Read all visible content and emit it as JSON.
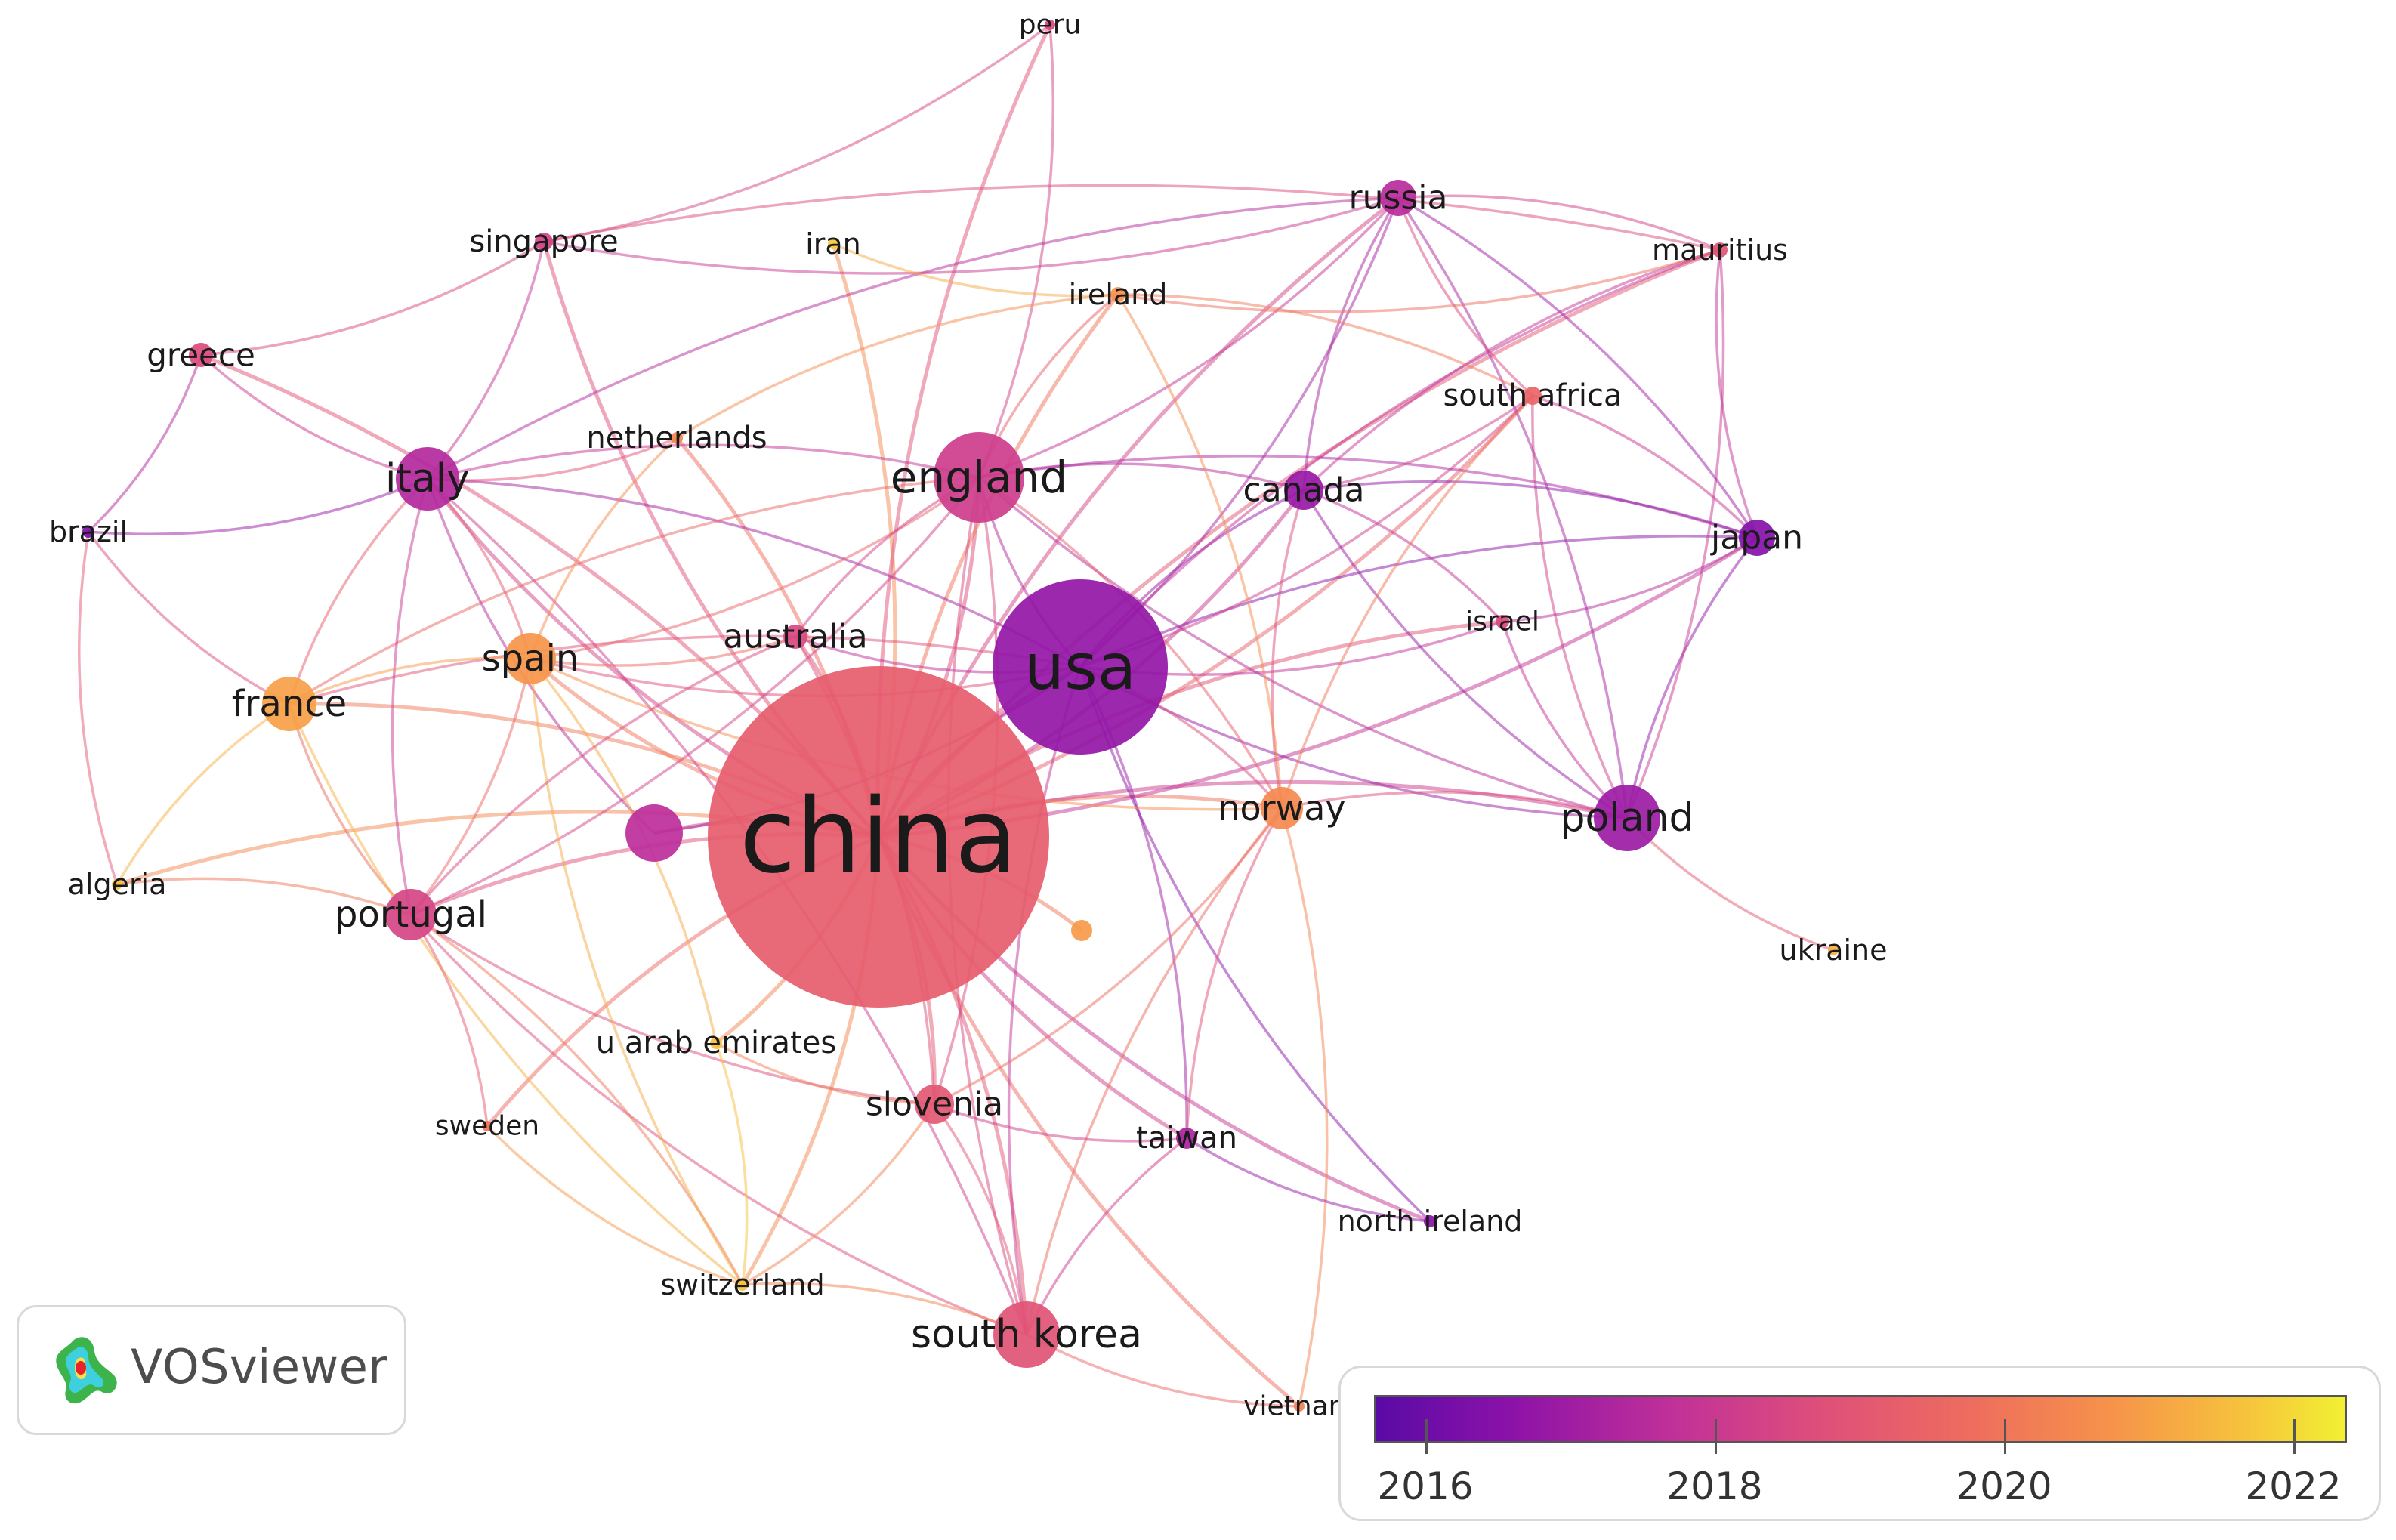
{
  "app": {
    "brand": "VOSviewer"
  },
  "legend": {
    "ticks": [
      "2016",
      "2018",
      "2020",
      "2022"
    ],
    "min_year": 2015.6,
    "max_year": 2022.4
  },
  "nodes": [
    {
      "id": "china",
      "label": "china",
      "year": 2019.2
    },
    {
      "id": "usa",
      "label": "usa",
      "year": 2016.7
    },
    {
      "id": "england",
      "label": "england",
      "year": 2018.1
    },
    {
      "id": "italy",
      "label": "italy",
      "year": 2017.4
    },
    {
      "id": "poland",
      "label": "poland",
      "year": 2016.9
    },
    {
      "id": "south-korea",
      "label": "south korea",
      "year": 2018.9
    },
    {
      "id": "france",
      "label": "france",
      "year": 2021.0
    },
    {
      "id": "spain",
      "label": "spain",
      "year": 2020.8
    },
    {
      "id": "portugal",
      "label": "portugal",
      "year": 2018.4
    },
    {
      "id": "norway",
      "label": "norway",
      "year": 2020.5
    },
    {
      "id": "canada",
      "label": "canada",
      "year": 2016.8
    },
    {
      "id": "russia",
      "label": "russia",
      "year": 2017.5
    },
    {
      "id": "japan",
      "label": "japan",
      "year": 2016.4
    },
    {
      "id": "australia",
      "label": "australia",
      "year": 2018.5
    },
    {
      "id": "slovenia",
      "label": "slovenia",
      "year": 2019.0
    },
    {
      "id": "taiwan",
      "label": "taiwan",
      "year": 2017.2
    },
    {
      "id": "greece",
      "label": "greece",
      "year": 2018.6
    },
    {
      "id": "singapore",
      "label": "singapore",
      "year": 2018.3
    },
    {
      "id": "brazil",
      "label": "brazil",
      "year": 2016.3
    },
    {
      "id": "iran",
      "label": "iran",
      "year": 2021.8
    },
    {
      "id": "ireland",
      "label": "ireland",
      "year": 2020.7
    },
    {
      "id": "netherlands",
      "label": "netherlands",
      "year": 2020.4
    },
    {
      "id": "mauritius",
      "label": "mauritius",
      "year": 2018.9
    },
    {
      "id": "south-africa",
      "label": "south africa",
      "year": 2019.5
    },
    {
      "id": "israel",
      "label": "israel",
      "year": 2018.6
    },
    {
      "id": "algeria",
      "label": "algeria",
      "year": 2021.7
    },
    {
      "id": "ukraine",
      "label": "ukraine",
      "year": 2021.3
    },
    {
      "id": "u-arab-emirates",
      "label": "u arab emirates",
      "year": 2021.6
    },
    {
      "id": "sweden",
      "label": "sweden",
      "year": 2020.0
    },
    {
      "id": "switzerland",
      "label": "switzerland",
      "year": 2021.7
    },
    {
      "id": "north-ireland",
      "label": "north ireland",
      "year": 2016.5
    },
    {
      "id": "vietnam",
      "label": "vietnam",
      "year": 2020.3
    },
    {
      "id": "peru",
      "label": "peru",
      "year": 2018.5
    },
    {
      "id": "unlabeled-magenta",
      "label": "",
      "year": 2017.6
    },
    {
      "id": "unlabeled-orange",
      "label": "",
      "year": 2020.9
    }
  ],
  "links": [
    [
      "china",
      "usa"
    ],
    [
      "china",
      "england"
    ],
    [
      "china",
      "italy"
    ],
    [
      "china",
      "france"
    ],
    [
      "china",
      "spain"
    ],
    [
      "china",
      "portugal"
    ],
    [
      "china",
      "norway"
    ],
    [
      "china",
      "canada"
    ],
    [
      "china",
      "russia"
    ],
    [
      "china",
      "japan"
    ],
    [
      "china",
      "poland"
    ],
    [
      "china",
      "australia"
    ],
    [
      "china",
      "slovenia"
    ],
    [
      "china",
      "taiwan"
    ],
    [
      "china",
      "south-korea"
    ],
    [
      "china",
      "greece"
    ],
    [
      "china",
      "singapore"
    ],
    [
      "china",
      "iran"
    ],
    [
      "china",
      "ireland"
    ],
    [
      "china",
      "netherlands"
    ],
    [
      "china",
      "mauritius"
    ],
    [
      "china",
      "south-africa"
    ],
    [
      "china",
      "israel"
    ],
    [
      "china",
      "algeria"
    ],
    [
      "china",
      "u-arab-emirates"
    ],
    [
      "china",
      "sweden"
    ],
    [
      "china",
      "switzerland"
    ],
    [
      "china",
      "vietnam"
    ],
    [
      "china",
      "peru"
    ],
    [
      "china",
      "unlabeled-magenta"
    ],
    [
      "china",
      "unlabeled-orange"
    ],
    [
      "china",
      "north-ireland"
    ],
    [
      "usa",
      "england"
    ],
    [
      "usa",
      "italy"
    ],
    [
      "usa",
      "canada"
    ],
    [
      "usa",
      "russia"
    ],
    [
      "usa",
      "japan"
    ],
    [
      "usa",
      "poland"
    ],
    [
      "usa",
      "australia"
    ],
    [
      "usa",
      "south-korea"
    ],
    [
      "usa",
      "taiwan"
    ],
    [
      "usa",
      "israel"
    ],
    [
      "usa",
      "norway"
    ],
    [
      "usa",
      "north-ireland"
    ],
    [
      "usa",
      "mauritius"
    ],
    [
      "usa",
      "south-africa"
    ],
    [
      "usa",
      "spain"
    ],
    [
      "usa",
      "france"
    ],
    [
      "usa",
      "unlabeled-magenta"
    ],
    [
      "england",
      "italy"
    ],
    [
      "england",
      "canada"
    ],
    [
      "england",
      "russia"
    ],
    [
      "england",
      "japan"
    ],
    [
      "england",
      "poland"
    ],
    [
      "england",
      "spain"
    ],
    [
      "england",
      "france"
    ],
    [
      "england",
      "portugal"
    ],
    [
      "england",
      "peru"
    ],
    [
      "england",
      "ireland"
    ],
    [
      "england",
      "south-korea"
    ],
    [
      "england",
      "slovenia"
    ],
    [
      "england",
      "australia"
    ],
    [
      "england",
      "norway"
    ],
    [
      "italy",
      "france"
    ],
    [
      "italy",
      "spain"
    ],
    [
      "italy",
      "portugal"
    ],
    [
      "italy",
      "greece"
    ],
    [
      "italy",
      "singapore"
    ],
    [
      "italy",
      "brazil"
    ],
    [
      "italy",
      "netherlands"
    ],
    [
      "italy",
      "russia"
    ],
    [
      "italy",
      "unlabeled-magenta"
    ],
    [
      "italy",
      "south-korea"
    ],
    [
      "france",
      "algeria"
    ],
    [
      "france",
      "spain"
    ],
    [
      "france",
      "portugal"
    ],
    [
      "france",
      "brazil"
    ],
    [
      "france",
      "switzerland"
    ],
    [
      "poland",
      "japan"
    ],
    [
      "poland",
      "russia"
    ],
    [
      "poland",
      "canada"
    ],
    [
      "poland",
      "ukraine"
    ],
    [
      "poland",
      "israel"
    ],
    [
      "poland",
      "mauritius"
    ],
    [
      "poland",
      "south-africa"
    ],
    [
      "poland",
      "norway"
    ],
    [
      "russia",
      "japan"
    ],
    [
      "russia",
      "canada"
    ],
    [
      "russia",
      "mauritius"
    ],
    [
      "russia",
      "south-africa"
    ],
    [
      "russia",
      "singapore"
    ],
    [
      "japan",
      "canada"
    ],
    [
      "japan",
      "mauritius"
    ],
    [
      "japan",
      "south-africa"
    ],
    [
      "japan",
      "israel"
    ],
    [
      "canada",
      "south-africa"
    ],
    [
      "canada",
      "israel"
    ],
    [
      "canada",
      "norway"
    ],
    [
      "canada",
      "mauritius"
    ],
    [
      "south-korea",
      "slovenia"
    ],
    [
      "south-korea",
      "taiwan"
    ],
    [
      "south-korea",
      "vietnam"
    ],
    [
      "south-korea",
      "portugal"
    ],
    [
      "south-korea",
      "switzerland"
    ],
    [
      "south-korea",
      "norway"
    ],
    [
      "portugal",
      "algeria"
    ],
    [
      "portugal",
      "sweden"
    ],
    [
      "portugal",
      "spain"
    ],
    [
      "portugal",
      "switzerland"
    ],
    [
      "portugal",
      "slovenia"
    ],
    [
      "spain",
      "netherlands"
    ],
    [
      "spain",
      "switzerland"
    ],
    [
      "spain",
      "u-arab-emirates"
    ],
    [
      "spain",
      "norway"
    ],
    [
      "greece",
      "brazil"
    ],
    [
      "greece",
      "singapore"
    ],
    [
      "norway",
      "south-africa"
    ],
    [
      "norway",
      "ireland"
    ],
    [
      "norway",
      "slovenia"
    ],
    [
      "norway",
      "taiwan"
    ],
    [
      "norway",
      "vietnam"
    ],
    [
      "taiwan",
      "north-ireland"
    ],
    [
      "taiwan",
      "slovenia"
    ],
    [
      "switzerland",
      "u-arab-emirates"
    ],
    [
      "switzerland",
      "sweden"
    ],
    [
      "switzerland",
      "slovenia"
    ],
    [
      "ireland",
      "iran"
    ],
    [
      "ireland",
      "mauritius"
    ],
    [
      "ireland",
      "south-africa"
    ],
    [
      "ireland",
      "netherlands"
    ],
    [
      "australia",
      "slovenia"
    ],
    [
      "australia",
      "portugal"
    ],
    [
      "australia",
      "spain"
    ],
    [
      "singapore",
      "peru"
    ],
    [
      "singapore",
      "mauritius"
    ],
    [
      "brazil",
      "algeria"
    ],
    [
      "slovenia",
      "u-arab-emirates"
    ]
  ]
}
